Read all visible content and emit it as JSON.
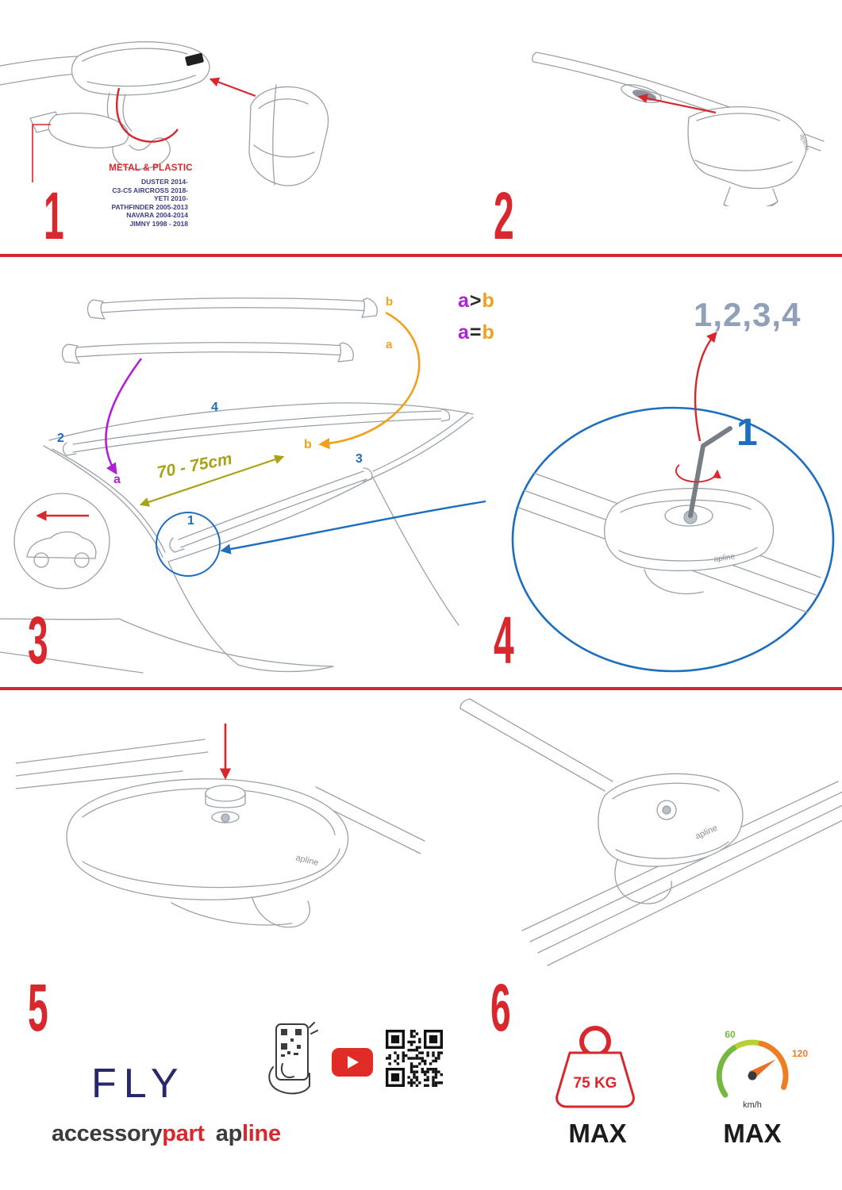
{
  "page": {
    "type": "roof-rack-installation-instructions"
  },
  "colors": {
    "accent_red": "#d9272e",
    "blue": "#1d6ebe",
    "purple": "#b021d6",
    "orange": "#f0a11c",
    "olive": "#a8a215",
    "navy": "#28286b",
    "sequence_gray": "#8fa0b8",
    "line_gray": "#9aa1a8",
    "youtube_red": "#e02b27",
    "gauge_green": "#77b843",
    "gauge_yellow": "#b9cf33",
    "gauge_orange": "#ef7d22"
  },
  "steps": {
    "s1": {
      "number": "1",
      "material_label": "METAL & PLASTIC",
      "models": [
        "DUSTER 2014-",
        "C3-C5 AIRCROSS 2018-",
        "YETI 2010-",
        "PATHFINDER 2005-2013",
        "NAVARA 2004-2014",
        "JIMNY 1998 - 2018"
      ]
    },
    "s2": {
      "number": "2"
    },
    "s3": {
      "number": "3",
      "measure": "70 - 75cm",
      "bar_label_top": "b",
      "bar_label_bottom": "a",
      "roof_label_a": "a",
      "roof_label_b": "b",
      "foot_1": "1",
      "foot_2": "2",
      "foot_3": "3",
      "foot_4": "4",
      "formula_gt": {
        "a": "a",
        "op": ">",
        "b": "b"
      },
      "formula_eq": {
        "a": "a",
        "op": "=",
        "b": "b"
      }
    },
    "s4": {
      "number": "4",
      "sequence": "1,2,3,4",
      "first_foot": "1"
    },
    "s5": {
      "number": "5"
    },
    "s6": {
      "number": "6"
    }
  },
  "branding": {
    "product": "FLY",
    "brand_accessory": "accessory",
    "brand_part": "part",
    "brand_ap": "ap",
    "brand_line": "line",
    "logo_small": "apline"
  },
  "limits": {
    "max_weight": "75 KG",
    "weight_max_label": "MAX",
    "speed_low": "60",
    "speed_high": "120",
    "speed_unit": "km/h",
    "speed_max_label": "MAX"
  }
}
